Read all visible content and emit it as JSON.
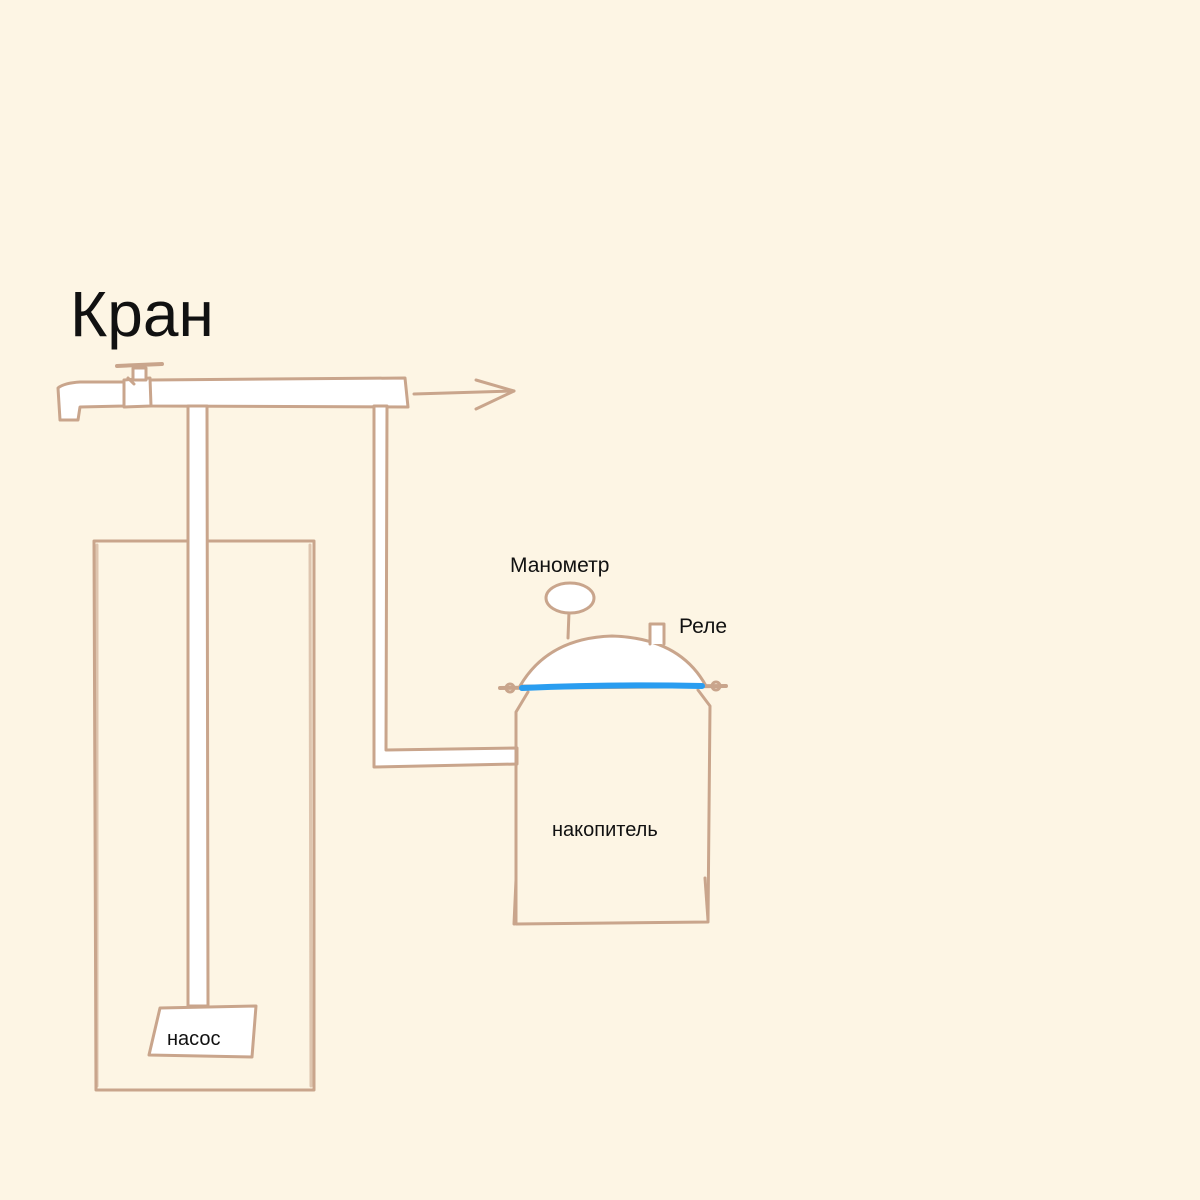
{
  "labels": {
    "faucet": "Кран",
    "gauge": "Манометр",
    "relay": "Реле",
    "tank": "накопитель",
    "pump": "насос"
  },
  "colors": {
    "background": "#fdf5e4",
    "stroke": "#c9a58c",
    "pipe_fill": "#ffffff",
    "membrane": "#2a9df0",
    "text": "#111111"
  }
}
